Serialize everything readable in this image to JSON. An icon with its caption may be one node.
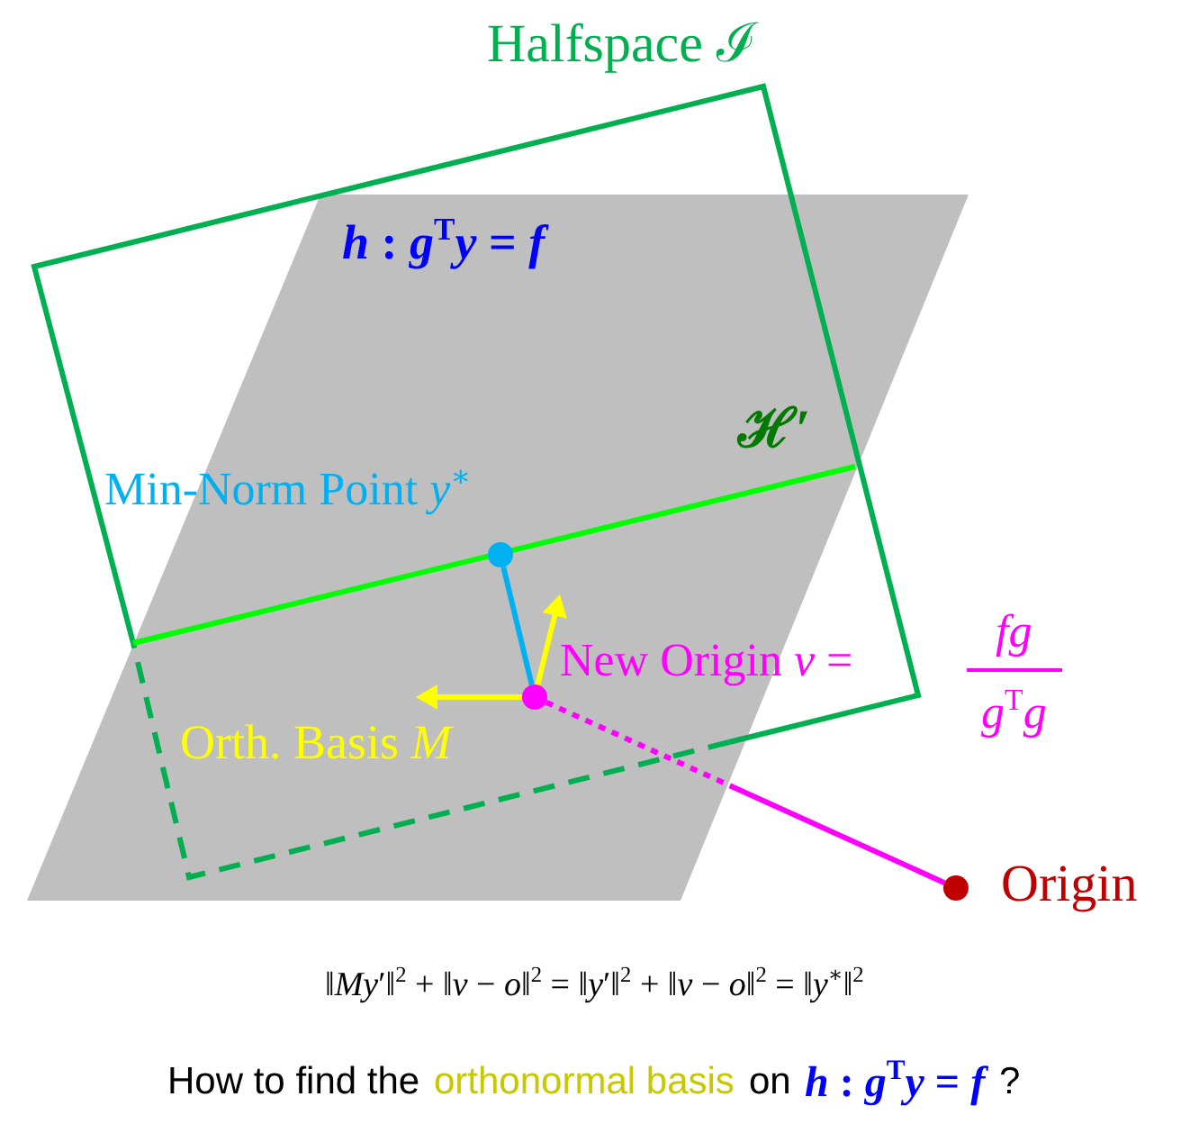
{
  "diagram": {
    "nodes": [
      {
        "text": [],
        "shape": "circle",
        "beside": [
          "Min-Norm Point *y*$^{∗}$"
        ]
      },
      {
        "text": [],
        "shape": "circle",
        "beside": [
          "New Origin *v* =",
          "*fg*",
          "*g*$^{T}$*g*"
        ]
      },
      {
        "text": [],
        "shape": "circle",
        "beside": [
          "Origin"
        ]
      }
    ],
    "edges": [
      {
        "from": 0,
        "to": 1,
        "arrow": "none",
        "color": "#00b0f0"
      },
      {
        "from": 1,
        "to": 2,
        "arrow": "none",
        "style": "dashed",
        "color": "#ff00ff"
      }
    ],
    "labels": [
      "Halfspace ℐ",
      "*h* :  *g*$^{T}$*y* = *f*",
      "ℋ′",
      "Orth. Basis *M*",
      "‖*My*′‖$^{2}$ + ‖*v* − *o*‖$^{2}$ = ‖*y*′‖$^{2}$ + ‖*v* − *o*‖$^{2}$ = ‖*y*$^{∗}$‖$^{2}$",
      "How to find the",
      "orthonormal basis",
      "on",
      "*h* :  *g*$^{T}$*y* = *f*",
      "?"
    ]
  }
}
